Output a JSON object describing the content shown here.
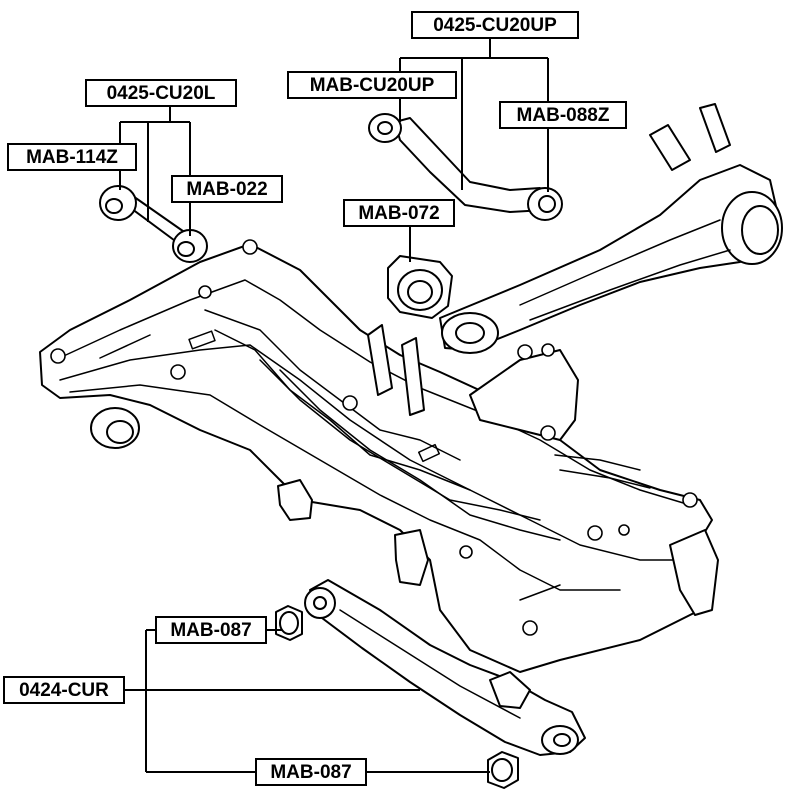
{
  "title": "Rear suspension crossmember and arm bushings",
  "labels": {
    "kit_left": "0425-CU20L",
    "bush_114z": "MAB-114Z",
    "bush_022": "MAB-022",
    "kit_upper": "0425-CU20UP",
    "bush_cu20up": "MAB-CU20UP",
    "bush_088z": "MAB-088Z",
    "bush_072": "MAB-072",
    "bush_087_top": "MAB-087",
    "kit_lower": "0424-CUR",
    "bush_087_bottom": "MAB-087"
  },
  "colors": {
    "ink": "#000000",
    "paper": "#ffffff"
  }
}
